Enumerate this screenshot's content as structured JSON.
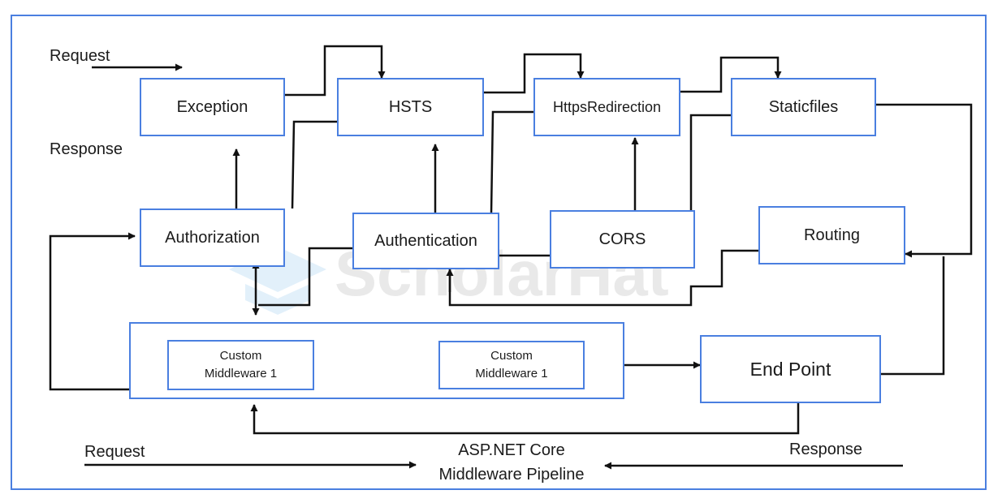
{
  "watermark": "ScholarHat",
  "labels": {
    "request_top": "Request",
    "response_top": "Response",
    "request_bottom": "Request",
    "response_bottom": "Response"
  },
  "title": {
    "line1": "ASP.NET Core",
    "line2": "Middleware Pipeline"
  },
  "boxes": {
    "exception": "Exception",
    "hsts": "HSTS",
    "https_redirection": "HttpsRedirection",
    "staticfiles": "Staticfiles",
    "authorization": "Authorization",
    "authentication": "Authentication",
    "cors": "CORS",
    "routing": "Routing",
    "custom1_line1": "Custom",
    "custom1_line2": "Middleware 1",
    "custom2_line1": "Custom",
    "custom2_line2": "Middleware 1",
    "endpoint": "End Point"
  },
  "colors": {
    "box_border": "#4a7fe0",
    "line": "#111111"
  }
}
